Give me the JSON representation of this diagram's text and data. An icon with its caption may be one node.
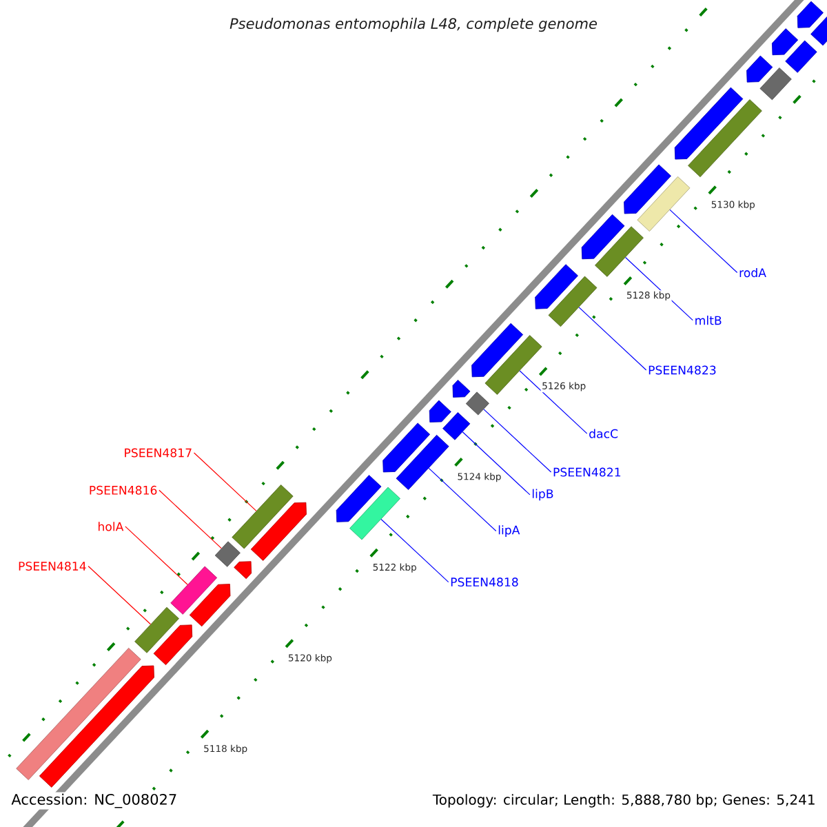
{
  "diagram": {
    "title": "Pseudomonas entomophila L48, complete genome",
    "nodes": [
      {
        "text": [
          "rodA"
        ]
      },
      {
        "text": [
          "mltB"
        ]
      },
      {
        "text": [
          "PSEEN4823"
        ]
      },
      {
        "text": [
          "dacC"
        ]
      },
      {
        "text": [
          "PSEEN4817"
        ]
      },
      {
        "text": [
          "PSEEN4821"
        ]
      },
      {
        "text": [
          "PSEEN4816"
        ]
      },
      {
        "text": [
          "lipB"
        ]
      },
      {
        "text": [
          "holA"
        ]
      },
      {
        "text": [
          "lipA"
        ]
      },
      {
        "text": [
          "PSEEN4814"
        ]
      },
      {
        "text": [
          "PSEEN4818"
        ]
      },
      {
        "text": [],
        "shape": "bar"
      },
      {
        "text": [],
        "shape": "bar"
      },
      {
        "text": [],
        "shape": "bar"
      },
      {
        "text": [],
        "shape": "bar"
      },
      {
        "text": [],
        "shape": "bar"
      },
      {
        "text": [],
        "shape": "bar"
      },
      {
        "text": [],
        "shape": "bar"
      },
      {
        "text": [],
        "shape": "bar"
      },
      {
        "text": [],
        "shape": "bar"
      },
      {
        "text": [],
        "shape": "bar"
      },
      {
        "text": [],
        "shape": "bar"
      },
      {
        "text": [],
        "shape": "bar"
      },
      {
        "text": [],
        "shape": "bar"
      },
      {
        "text": [],
        "shape": "arrow"
      },
      {
        "text": [],
        "shape": "arrow"
      },
      {
        "text": [],
        "shape": "arrow"
      },
      {
        "text": [],
        "shape": "arrow"
      },
      {
        "text": [],
        "shape": "arrow"
      },
      {
        "text": [],
        "shape": "arrow"
      },
      {
        "text": [],
        "shape": "arrow"
      },
      {
        "text": [],
        "shape": "arrow"
      },
      {
        "text": [],
        "shape": "arrow"
      },
      {
        "text": [],
        "shape": "arrow"
      },
      {
        "text": [],
        "shape": "arrow"
      },
      {
        "text": [],
        "shape": "arrow"
      },
      {
        "text": [],
        "shape": "arrow"
      },
      {
        "text": [],
        "shape": "bar"
      },
      {
        "text": [],
        "shape": "arrow"
      },
      {
        "text": [],
        "shape": "bar"
      },
      {
        "text": [],
        "shape": "arrow"
      },
      {
        "text": [],
        "shape": "bar"
      },
      {
        "text": [],
        "shape": "arrow"
      },
      {
        "text": [],
        "shape": "bar"
      },
      {
        "text": [],
        "shape": "arrow"
      }
    ],
    "edges": [
      {
        "from": 0,
        "to": 12,
        "arrow": "none"
      },
      {
        "from": 1,
        "to": 13,
        "arrow": "none"
      },
      {
        "from": 2,
        "to": 14,
        "arrow": "none"
      },
      {
        "from": 3,
        "to": 15,
        "arrow": "none"
      },
      {
        "from": 4,
        "to": 16,
        "arrow": "none",
        "color": "#ff0000"
      },
      {
        "from": 5,
        "to": 17,
        "arrow": "none"
      },
      {
        "from": 6,
        "to": 18,
        "arrow": "none",
        "color": "#ff0000"
      },
      {
        "from": 7,
        "to": 19,
        "arrow": "none"
      },
      {
        "from": 8,
        "to": 20,
        "arrow": "none",
        "color": "#ff0000"
      },
      {
        "from": 9,
        "to": 21,
        "arrow": "none"
      },
      {
        "from": 10,
        "to": 22,
        "arrow": "none",
        "color": "#ff0000"
      },
      {
        "from": 11,
        "to": 23,
        "arrow": "none"
      }
    ],
    "labels": [
      "5130 kbp",
      "5128 kbp",
      "5126 kbp",
      "5124 kbp",
      "5122 kbp",
      "5120 kbp",
      "5118 kbp",
      "Accession: NC_008027",
      "Topology: circular; Length: 5,888,780 bp; Genes: 5,241"
    ]
  }
}
